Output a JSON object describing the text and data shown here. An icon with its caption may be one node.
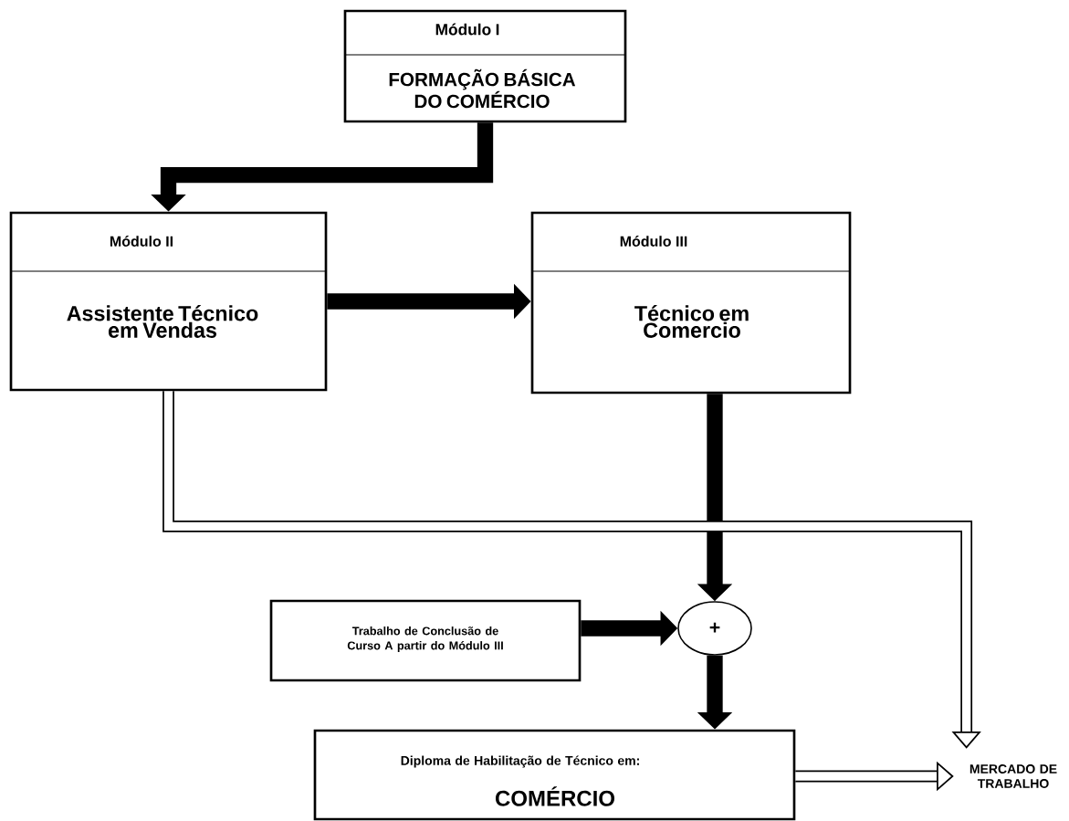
{
  "diagram": {
    "nodes": [
      {
        "text": [
          "Módulo I",
          "FORMAÇÃO BÁSICA DO COMÉRCIO"
        ]
      },
      {
        "text": [
          "Módulo II",
          "Assistente Técnico em Vendas"
        ]
      },
      {
        "text": [
          "Módulo III",
          "Técnico em Comercio"
        ]
      },
      {
        "text": [
          "Trabalho de Conclusão de Curso A partir do Módulo III"
        ]
      },
      {
        "text": [
          "+"
        ]
      },
      {
        "text": [
          "Diploma de Habilitação de Técnico em:",
          "COMÉRCIO"
        ]
      },
      {
        "text": [
          "MERCADO DE TRABALHO"
        ]
      }
    ],
    "edges": [
      {
        "from": 0,
        "to": 1,
        "arrow": "to"
      },
      {
        "from": 1,
        "to": 2,
        "arrow": "to"
      },
      {
        "from": 2,
        "to": 4,
        "arrow": "to"
      },
      {
        "from": 1,
        "to": 6,
        "arrow": "to"
      },
      {
        "from": 3,
        "to": 4,
        "arrow": "to"
      },
      {
        "from": 4,
        "to": 5,
        "arrow": "to"
      },
      {
        "from": 5,
        "to": 6,
        "arrow": "to"
      }
    ]
  }
}
